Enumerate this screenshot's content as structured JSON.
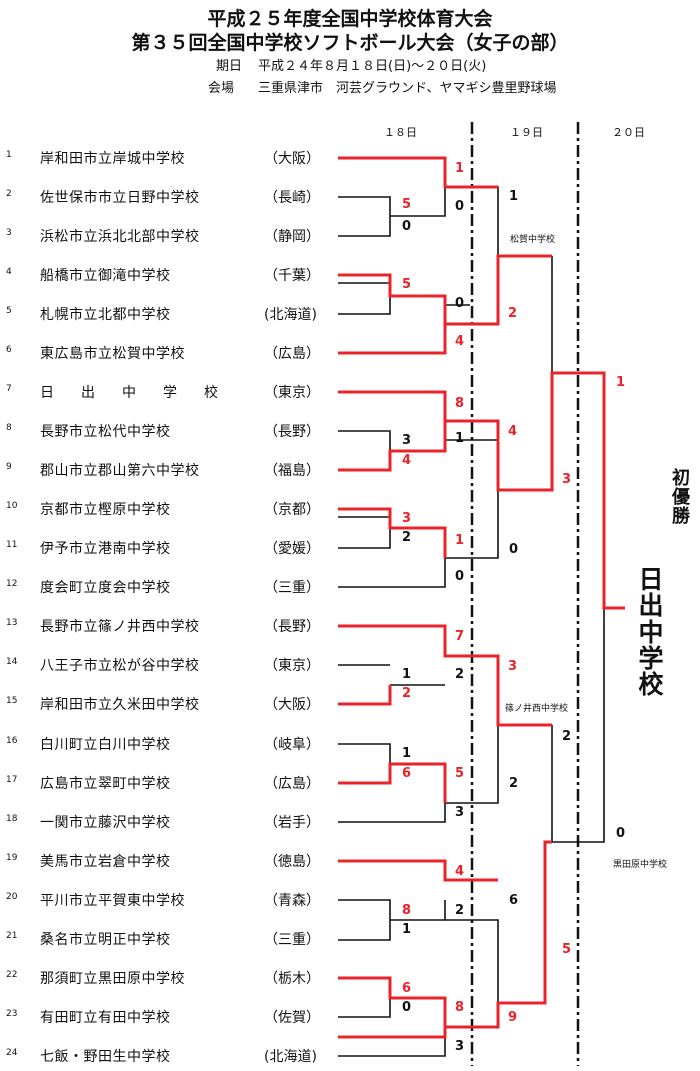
{
  "header": {
    "title1": "平成２５年度全国中学校体育大会",
    "title2": "第３５回全国中学校ソフトボール大会（女子の部）",
    "date_label": "期日",
    "date_value": "平成２４年８月１８日(日)～２０日(火)",
    "venue_label": "会場",
    "venue_value": "三重県津市　河芸グラウンド、ヤマギシ豊里野球場"
  },
  "day_headers": [
    "１８日",
    "１９日",
    "２０日"
  ],
  "teams": [
    {
      "num": "1",
      "name": "岸和田市立岸城中学校",
      "pref": "（大阪）"
    },
    {
      "num": "2",
      "name": "佐世保市市立日野中学校",
      "pref": "（長崎）"
    },
    {
      "num": "3",
      "name": "浜松市立浜北北部中学校",
      "pref": "（静岡）"
    },
    {
      "num": "4",
      "name": "船橋市立御滝中学校",
      "pref": "（千葉）"
    },
    {
      "num": "5",
      "name": "札幌市立北都中学校",
      "pref": "(北海道)"
    },
    {
      "num": "6",
      "name": "東広島市立松賀中学校",
      "pref": "（広島）"
    },
    {
      "num": "7",
      "name": "日出中学校",
      "pref": "（東京）"
    },
    {
      "num": "8",
      "name": "長野市立松代中学校",
      "pref": "（長野）"
    },
    {
      "num": "9",
      "name": "郡山市立郡山第六中学校",
      "pref": "（福島）"
    },
    {
      "num": "10",
      "name": "京都市立樫原中学校",
      "pref": "（京都）"
    },
    {
      "num": "11",
      "name": "伊予市立港南中学校",
      "pref": "（愛媛）"
    },
    {
      "num": "12",
      "name": "度会町立度会中学校",
      "pref": "（三重）"
    },
    {
      "num": "13",
      "name": "長野市立篠ノ井西中学校",
      "pref": "（長野）"
    },
    {
      "num": "14",
      "name": "八王子市立松が谷中学校",
      "pref": "（東京）"
    },
    {
      "num": "15",
      "name": "岸和田市立久米田中学校",
      "pref": "（大阪）"
    },
    {
      "num": "16",
      "name": "白川町立白川中学校",
      "pref": "（岐阜）"
    },
    {
      "num": "17",
      "name": "広島市立翠町中学校",
      "pref": "（広島）"
    },
    {
      "num": "18",
      "name": "一関市立藤沢中学校",
      "pref": "（岩手）"
    },
    {
      "num": "19",
      "name": "美馬市立岩倉中学校",
      "pref": "（徳島）"
    },
    {
      "num": "20",
      "name": "平川市立平賀東中学校",
      "pref": "（青森）"
    },
    {
      "num": "21",
      "name": "桑名市立明正中学校",
      "pref": "（三重）"
    },
    {
      "num": "22",
      "name": "那須町立黒田原中学校",
      "pref": "（栃木）"
    },
    {
      "num": "23",
      "name": "有田町立有田中学校",
      "pref": "（佐賀）"
    },
    {
      "num": "24",
      "name": "七飯・野田生中学校",
      "pref": "(北海道)"
    }
  ],
  "scores": [
    "1",
    "0",
    "5",
    "0",
    "1",
    "5",
    "0",
    "2",
    "4",
    "8",
    "1",
    "3",
    "4",
    "4",
    "3",
    "3",
    "2",
    "1",
    "0",
    "0",
    "7",
    "2",
    "1",
    "2",
    "3",
    "1",
    "6",
    "5",
    "3",
    "2",
    "2",
    "4",
    "6",
    "2",
    "8",
    "1",
    "6",
    "0",
    "8",
    "3",
    "9",
    "5",
    "1",
    "0"
  ],
  "bracket_labels": [
    "松賀中学校",
    "篠ノ井西中学校",
    "黒田原中学校"
  ],
  "champion": {
    "title": "初優勝",
    "name": "日出中学校"
  },
  "colors": {
    "winner": "#e8232a",
    "line": "#111111"
  }
}
